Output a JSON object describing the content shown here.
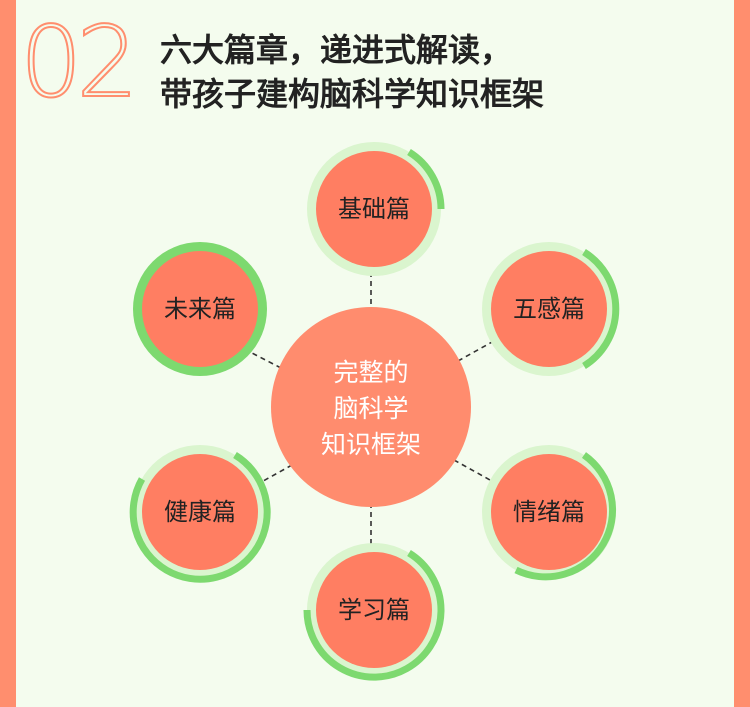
{
  "header": {
    "number": "02",
    "title_line1": "六大篇章，递进式解读，",
    "title_line2": "带孩子建构脑科学知识框架"
  },
  "center": {
    "line1": "完整的",
    "line2": "脑科学",
    "line3": "知识框架"
  },
  "nodes": [
    {
      "label": "基础篇"
    },
    {
      "label": "五感篇"
    },
    {
      "label": "情绪篇"
    },
    {
      "label": "学习篇"
    },
    {
      "label": "健康篇"
    },
    {
      "label": "未来篇"
    }
  ],
  "colors": {
    "frame": "#FF8E6E",
    "background": "#F4FCEE",
    "node_fill": "#FF7E62",
    "ring_light": "#DAF5CE",
    "ring_accent": "#7DD96F"
  }
}
